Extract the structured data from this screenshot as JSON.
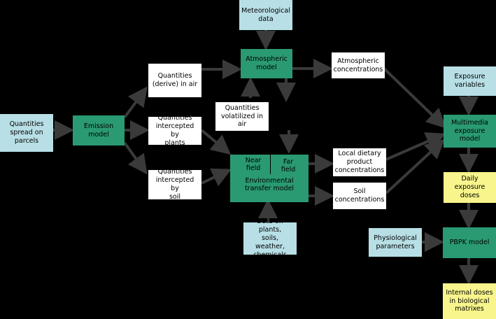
{
  "nodes": {
    "quantities_spread": "Quantities\nspread on\nparcels",
    "emission_model": "Emission\nmodel",
    "quantities_air": "Quantities\n(derive) in air",
    "quantities_plants": "Quantities\nintercepted by\nplants",
    "quantities_soil": "Quantities\nintercepted by\nsoil",
    "meteorological_data": "Meteorological\ndata",
    "atmospheric_model": "Atmospheric\nmodel",
    "quantities_volatilized": "Quantities\nvolatilized in\nair",
    "near_field": "Near\nfield",
    "far_field": "Far\nfield",
    "environmental_transfer": "Environmental\ntransfer model",
    "data_plants": "Data on plants,\nsoils, weather,\nchemicals",
    "atmospheric_concentrations": "Atmospheric\nconcentrations",
    "local_dietary": "Local dietary\nproduct\nconcentrations",
    "soil_concentrations": "Soil\nconcentrations",
    "exposure_variables": "Exposure\nvariables",
    "multimedia_exposure": "Multimedia\nexposure\nmodel",
    "daily_exposure": "Daily\nexposure\ndoses",
    "physiological_parameters": "Physiological\nparameters",
    "pbpk_model": "PBPK model",
    "internal_doses": "Internal doses\nin biological\nmatrixes"
  },
  "colors": {
    "input": "#b8dfe6",
    "quantity": "#ffffff",
    "model": "#2a9a72",
    "output": "#f7f58c",
    "arrow": "#3a3a3a"
  }
}
